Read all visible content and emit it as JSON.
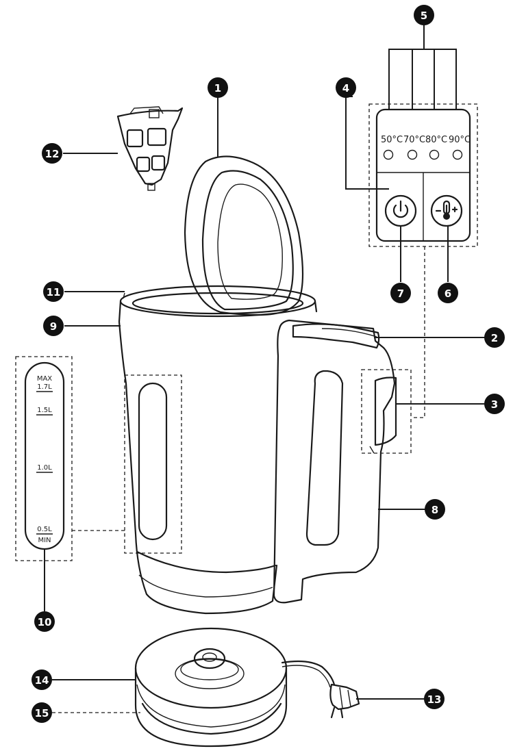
{
  "callouts": [
    "1",
    "2",
    "3",
    "4",
    "5",
    "6",
    "7",
    "8",
    "9",
    "10",
    "11",
    "12",
    "13",
    "14",
    "15"
  ],
  "temperatures": [
    "50°C",
    "70°C",
    "80°C",
    "90°C"
  ],
  "water_scale": {
    "max": "MAX",
    "max_volume": "1.7L",
    "mark_1_5": "1.5L",
    "mark_1_0": "1.0L",
    "min_volume": "0.5L",
    "min": "MIN"
  },
  "colors": {
    "line": "#1a1a1a",
    "badge": "#111111",
    "background": "#ffffff"
  },
  "icons": [
    "power-icon",
    "thermometer-icon",
    "plug-icon",
    "filter-icon"
  ]
}
